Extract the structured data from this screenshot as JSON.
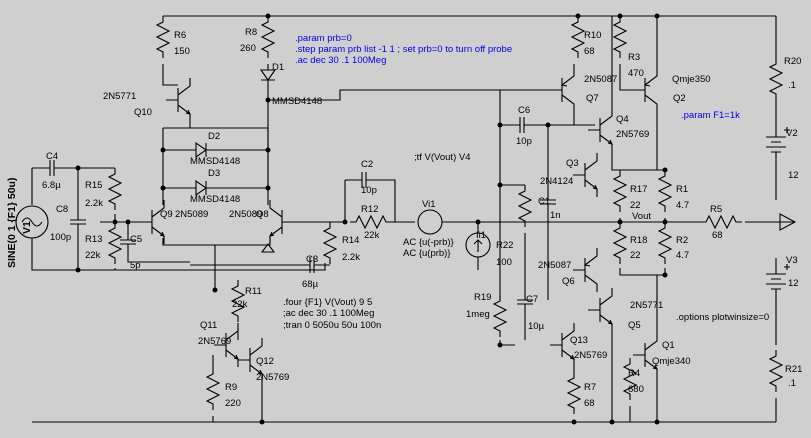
{
  "schematic": {
    "background": "#cfcfcf",
    "directive_color": "#0000ee",
    "directives": {
      "param_prb": ".param prb=0",
      "step_param": ".step param prb list -1 1 ; set prb=0 to turn off probe",
      "ac_top": ".ac dec 30 .1 100Meg",
      "tf": ";tf V(Vout) V4",
      "param_f1": ".param F1=1k",
      "four": ".four {F1} V(Vout) 9 5",
      "ac_bottom": ";ac dec 30 .1 100Meg",
      "tran": ";tran 0 5050u 50u 100n",
      "options": ".options plotwinsize=0"
    },
    "components": {
      "R6": {
        "name": "R6",
        "value": "150"
      },
      "R8": {
        "name": "R8",
        "value": "260"
      },
      "D1": {
        "name": "D1",
        "value": "MMSD4148"
      },
      "Q10": {
        "name": "Q10",
        "value": "2N5771"
      },
      "D2": {
        "name": "D2",
        "value": "MMSD4148"
      },
      "D3": {
        "name": "D3",
        "value": "MMSD4148"
      },
      "C4": {
        "name": "C4",
        "value": "6.8µ"
      },
      "V1": {
        "name": "V1",
        "value": "SINE(0 1 {F1} 50u)"
      },
      "R15": {
        "name": "R15",
        "value": "2.2k"
      },
      "R13": {
        "name": "R13",
        "value": "22k"
      },
      "C8": {
        "name": "C8",
        "value": "100p"
      },
      "C5": {
        "name": "C5",
        "value": "5p"
      },
      "Q9": {
        "name": "Q9",
        "value": "2N5089"
      },
      "Q8": {
        "name": "Q8",
        "value": "2N5089"
      },
      "C2": {
        "name": "C2",
        "value": "10p"
      },
      "R12": {
        "name": "R12",
        "value": "22k"
      },
      "R14": {
        "name": "R14",
        "value": "2.2k"
      },
      "C3": {
        "name": "C3",
        "value": "68µ"
      },
      "R11": {
        "name": "R11",
        "value": "22k"
      },
      "Q11": {
        "name": "Q11",
        "value": "2N5769"
      },
      "Q12": {
        "name": "Q12",
        "value": "2N5769"
      },
      "R9": {
        "name": "R9",
        "value": "220"
      },
      "Vi1": {
        "name": "Vi1",
        "value": "AC {u(-prb)}"
      },
      "Ii1": {
        "name": "Ii1",
        "value": "AC {u(prb)}"
      },
      "R22": {
        "name": "R22",
        "value": "100"
      },
      "R19": {
        "name": "R19",
        "value": "1meg"
      },
      "C7": {
        "name": "C7",
        "value": "10µ"
      },
      "C6": {
        "name": "C6",
        "value": "10p"
      },
      "C1": {
        "name": "C1",
        "value": "1n"
      },
      "R10": {
        "name": "R10",
        "value": "68"
      },
      "Q7": {
        "name": "Q7",
        "value": "2N5087"
      },
      "Q4": {
        "name": "Q4",
        "value": "2N5769"
      },
      "Q3": {
        "name": "Q3",
        "value": "2N4124"
      },
      "R3": {
        "name": "R3",
        "value": "470"
      },
      "Q2": {
        "name": "Q2",
        "value": "Qmje350"
      },
      "R17": {
        "name": "R17",
        "value": "22"
      },
      "R1": {
        "name": "R1",
        "value": "4.7"
      },
      "R18": {
        "name": "R18",
        "value": "22"
      },
      "R2": {
        "name": "R2",
        "value": "4.7"
      },
      "Q6": {
        "name": "Q6",
        "value": "2N5087"
      },
      "Q5": {
        "name": "Q5",
        "value": "2N5771"
      },
      "Q13": {
        "name": "Q13",
        "value": "2N5769"
      },
      "R7": {
        "name": "R7",
        "value": "68"
      },
      "Q1": {
        "name": "Q1",
        "value": "Qmje340"
      },
      "R4": {
        "name": "R4",
        "value": "680"
      },
      "R5": {
        "name": "R5",
        "value": "68"
      },
      "R20": {
        "name": "R20",
        "value": ".1"
      },
      "R21": {
        "name": "R21",
        "value": ".1"
      },
      "V2": {
        "name": "V2",
        "value": "12"
      },
      "V3": {
        "name": "V3",
        "value": "12"
      }
    },
    "net_labels": {
      "vout": "Vout"
    }
  }
}
